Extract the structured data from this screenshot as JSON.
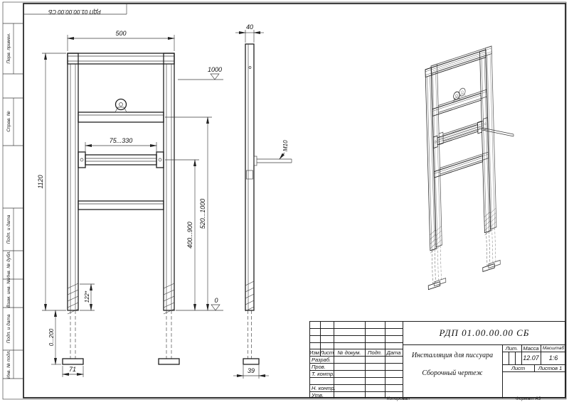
{
  "drawing_number": "РДП 01.00.00.00 СБ",
  "margin": {
    "labels": [
      "Перв. примен.",
      "Справ. №",
      "Подп. и дата",
      "Инв. № дубл.",
      "Взам. инв. №",
      "Подп. и дата",
      "Инв. № подл."
    ]
  },
  "dims_front": {
    "width": "500",
    "height": "1120",
    "bracket_range": "75...330",
    "mount_range_inner": "400...900",
    "mount_range_outer": "520...1000",
    "level_top": "1000",
    "level_floor": "0",
    "foot_extension": "0...200",
    "offset": "122*",
    "foot_plate": "71"
  },
  "dims_side": {
    "width": "40",
    "thread": "М10",
    "foot_plate": "39"
  },
  "title_block": {
    "doc_number": "РДП 01.00.00.00 СБ",
    "product_title": "Инсталляция для писсуара",
    "doc_type": "Сборочный чертеж",
    "cols": {
      "izm": "Изм.",
      "list": "Лист",
      "dokum": "№ докум.",
      "podp": "Подп.",
      "data": "Дата"
    },
    "roles": {
      "razrab": "Разраб.",
      "prov": "Пров.",
      "tkontr": "Т. контр.",
      "nkontr": "Н. контр.",
      "utv": "Утв."
    },
    "lit": "Лит.",
    "massa": "Масса",
    "masshtab": "Масштаб",
    "massa_value": "12.07",
    "masshtab_value": "1:6",
    "list": "Лист",
    "listov": "Листов",
    "listov_value": "1"
  },
  "footer": {
    "kopiroval": "Копировал",
    "format": "Формат А3"
  }
}
